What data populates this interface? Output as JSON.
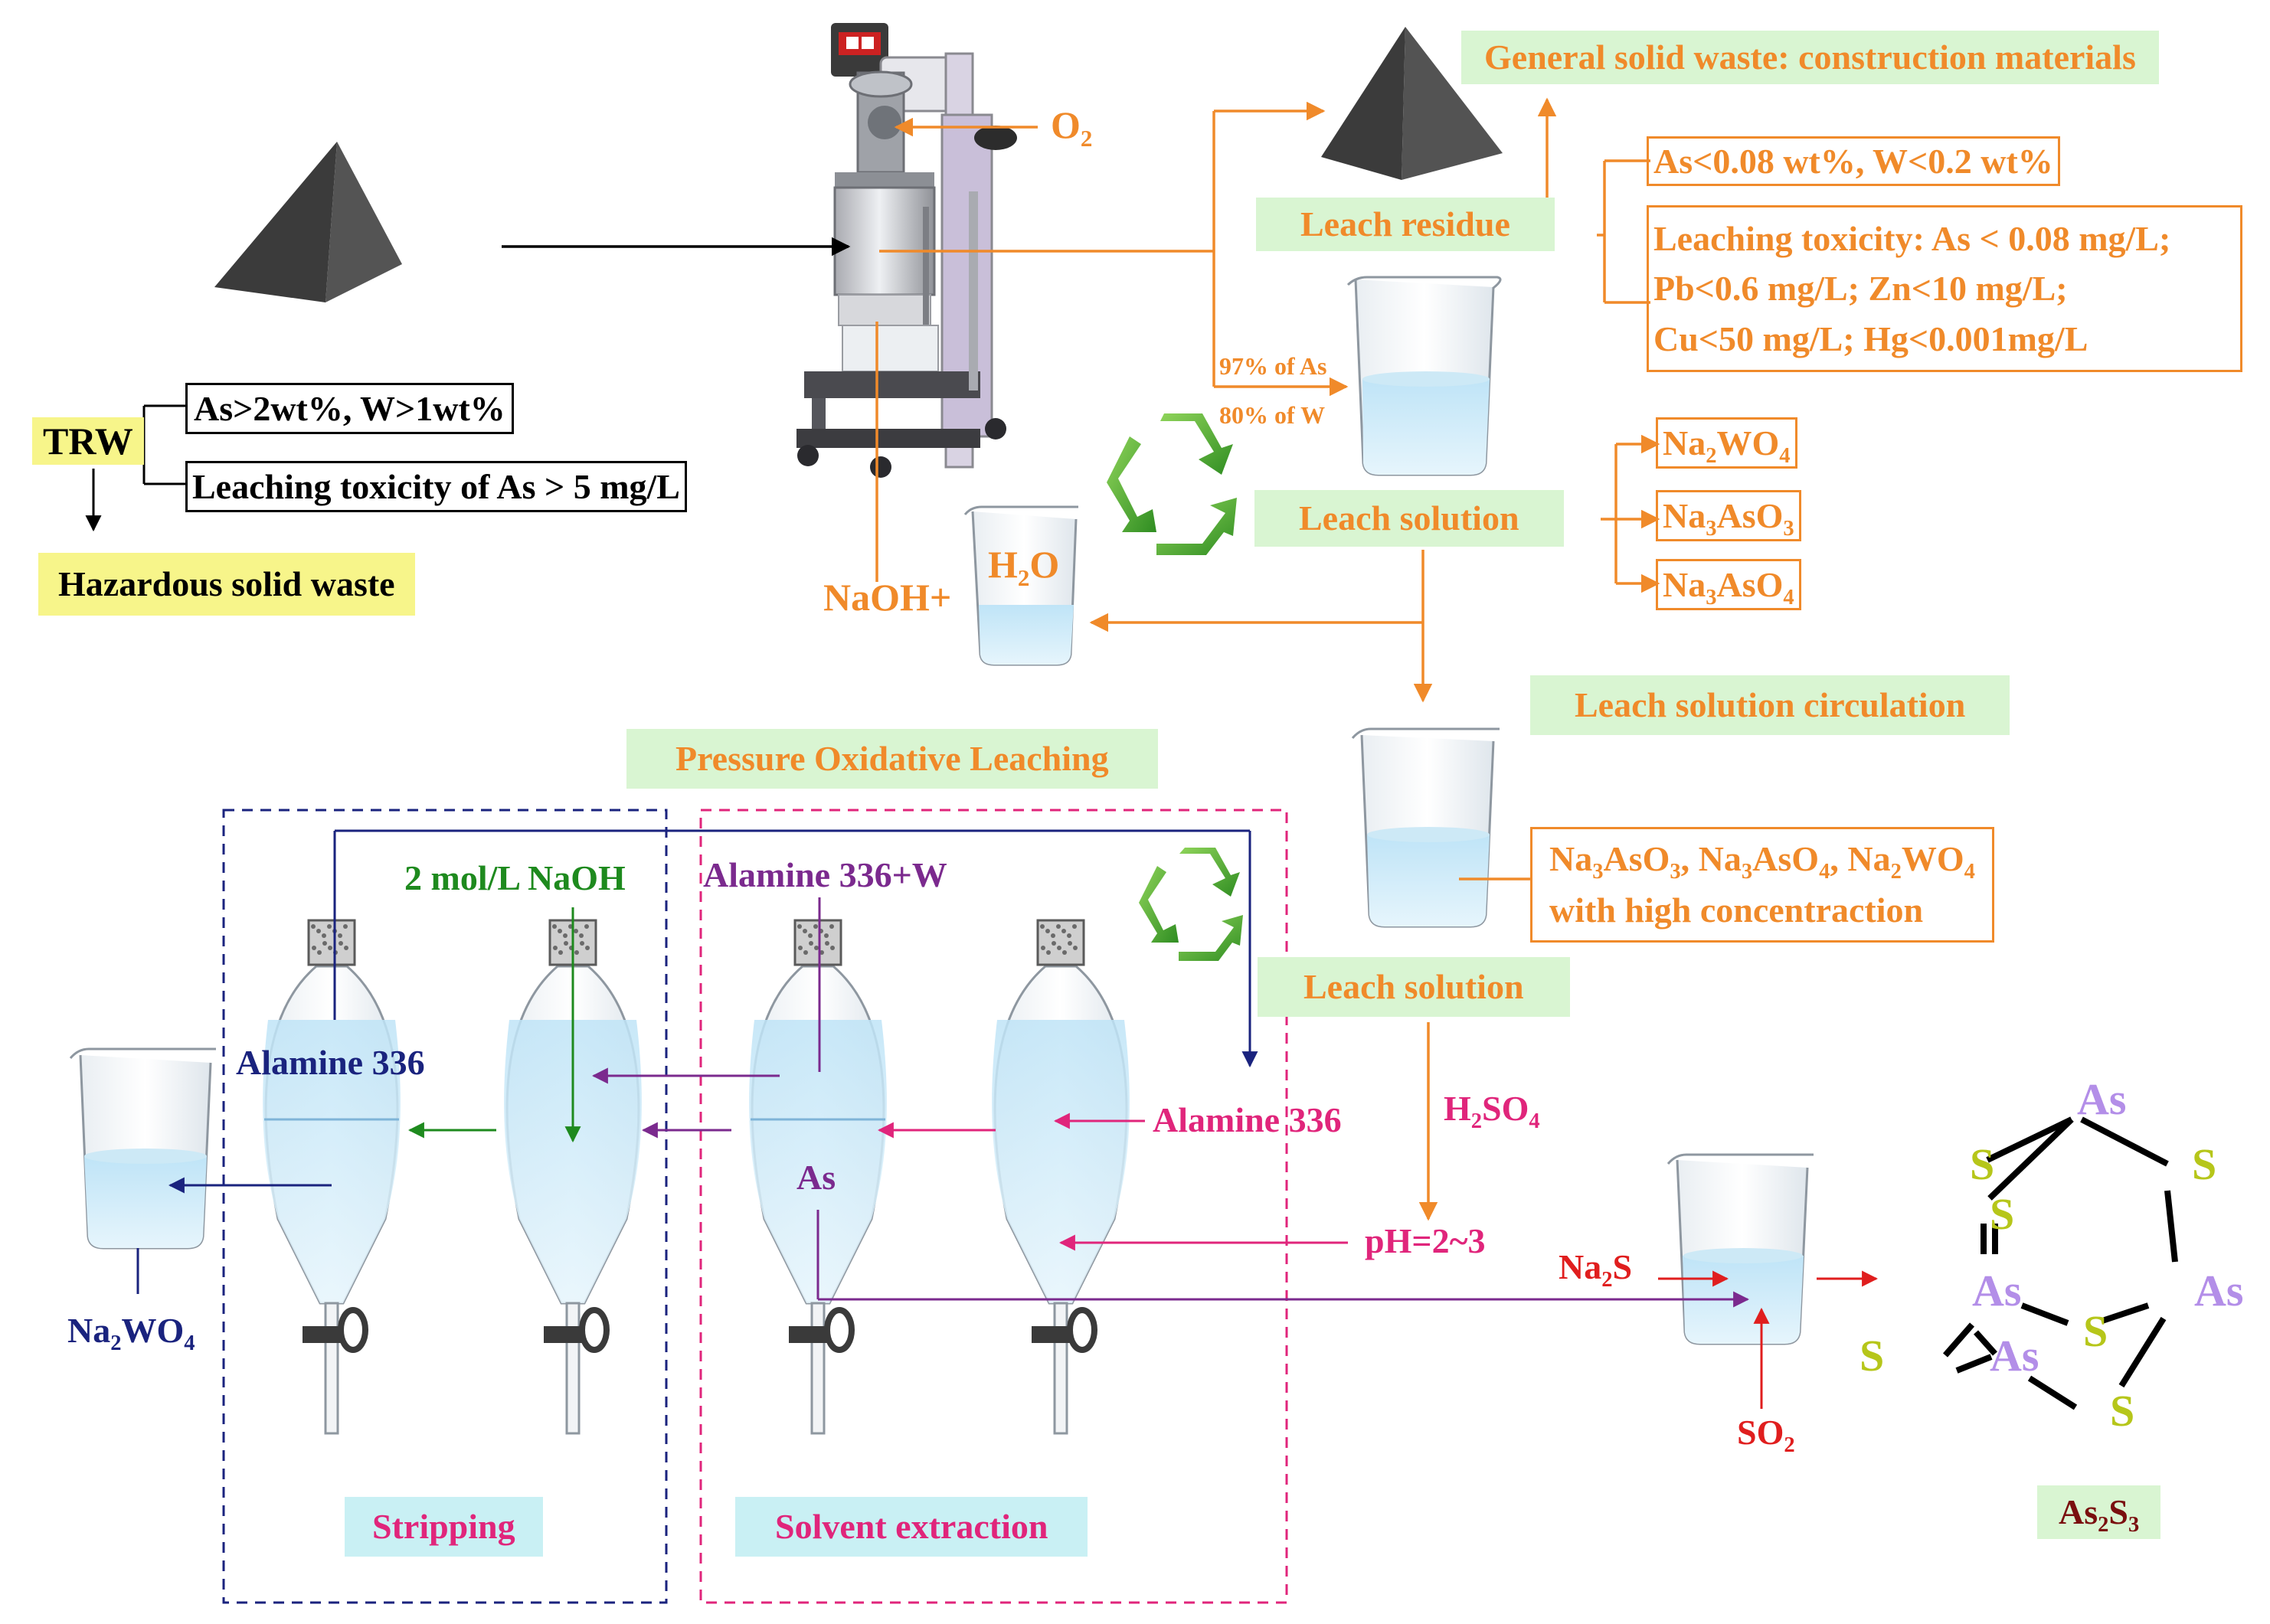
{
  "labels": {
    "general_solid_waste": "General solid waste: construction materials",
    "leach_residue": "Leach residue",
    "residue_as_w": "As<0.08 wt%, W<0.2 wt%",
    "residue_toxicity_1": "Leaching toxicity: As < 0.08 mg/L;",
    "residue_toxicity_2": "Pb<0.6 mg/L; Zn<10 mg/L;",
    "residue_toxicity_3": "Cu<50 mg/L; Hg<0.001mg/L",
    "o2": "O",
    "o2_sub": "2",
    "pct_as": "97% of As",
    "pct_w": "80% of W",
    "trw": "TRW",
    "trw_as_w": "As>2wt%, W>1wt%",
    "trw_toxicity": "Leaching toxicity of As > 5 mg/L",
    "hazardous": "Hazardous solid waste",
    "naoh_plus": "NaOH+",
    "h2o_h": "H",
    "h2o_sub": "2",
    "h2o_o": "O",
    "leach_solution_top": "Leach solution",
    "product_1_a": "Na",
    "product_1_b": "2",
    "product_1_c": "WO",
    "product_1_d": "4",
    "product_2_a": "Na",
    "product_2_b": "3",
    "product_2_c": "AsO",
    "product_2_d": "3",
    "product_3_a": "Na",
    "product_3_b": "3",
    "product_3_c": "AsO",
    "product_3_d": "4",
    "circulation": "Leach solution circulation",
    "pressure_leaching": "Pressure Oxidative Leaching",
    "conc_line1_na1": "Na",
    "conc_line1_s1": "3",
    "conc_line1_t1": "AsO",
    "conc_line1_s2": "3",
    "conc_line1_t2": ", Na",
    "conc_line1_s3": "3",
    "conc_line1_t3": "AsO",
    "conc_line1_s4": "4",
    "conc_line1_t4": ", Na",
    "conc_line1_s5": "2",
    "conc_line1_t5": "WO",
    "conc_line1_s6": "4",
    "conc_line2": "with high concentraction",
    "leach_solution_bottom": "Leach solution",
    "naoh_2mol": "2 mol/L NaOH",
    "alamine_w": "Alamine 336+W",
    "alamine_left": "Alamine 336",
    "alamine_right": "Alamine 336",
    "as_label": "As",
    "h2so4_h": "H",
    "h2so4_s1": "2",
    "h2so4_so": "SO",
    "h2so4_s2": "4",
    "ph": "pH=2~3",
    "na2s_na": "Na",
    "na2s_sub": "2",
    "na2s_s": "S",
    "so2_so": "SO",
    "so2_sub": "2",
    "na2wo4_na": "Na",
    "na2wo4_s1": "2",
    "na2wo4_wo": "WO",
    "na2wo4_s2": "4",
    "stripping": "Stripping",
    "solvent_extraction": "Solvent extraction",
    "as2s3_as": "As",
    "as2s3_s1": "2",
    "as2s3_s": "S",
    "as2s3_s2": "3",
    "mol_as": "As",
    "mol_s": "S"
  },
  "colors": {
    "orange": "#f08a2a",
    "pink": "#e0257b",
    "purple": "#7b2a8e",
    "navy": "#1a237e",
    "green": "#1e8a1e",
    "red": "#e01e1e",
    "as_atom": "#b38ee8",
    "s_atom": "#b6c61a",
    "dark_red": "#7a0f0f"
  }
}
